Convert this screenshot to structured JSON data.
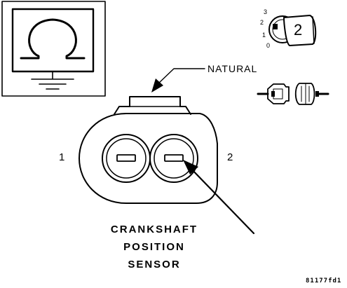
{
  "callout_label": "NATURAL",
  "pins": {
    "left": "1",
    "right": "2"
  },
  "title_lines": [
    "CRANKSHAFT",
    "POSITION",
    "SENSOR"
  ],
  "figure_code": "81177fd1",
  "ignition_key": {
    "positions": [
      "3",
      "2",
      "1",
      "0"
    ],
    "key_number": "2"
  },
  "icons": {
    "component_symbol": "omega-sensor-icon",
    "ignition": "ignition-switch-icon",
    "connector_disconnect": "connector-disconnect-icon"
  }
}
